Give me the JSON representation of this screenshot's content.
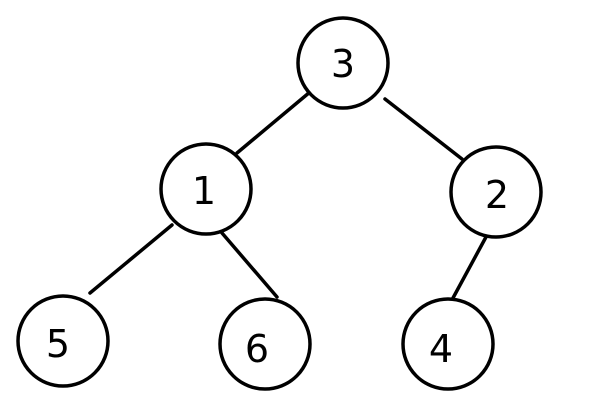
{
  "tree": {
    "nodes": [
      {
        "id": "n3",
        "label": "3"
      },
      {
        "id": "n1",
        "label": "1"
      },
      {
        "id": "n2",
        "label": "2"
      },
      {
        "id": "n5",
        "label": "5"
      },
      {
        "id": "n6",
        "label": "6"
      },
      {
        "id": "n4",
        "label": "4"
      }
    ],
    "edges": [
      {
        "from": "3",
        "to": "1"
      },
      {
        "from": "3",
        "to": "2"
      },
      {
        "from": "1",
        "to": "5"
      },
      {
        "from": "1",
        "to": "6"
      },
      {
        "from": "2",
        "to": "4"
      }
    ]
  }
}
